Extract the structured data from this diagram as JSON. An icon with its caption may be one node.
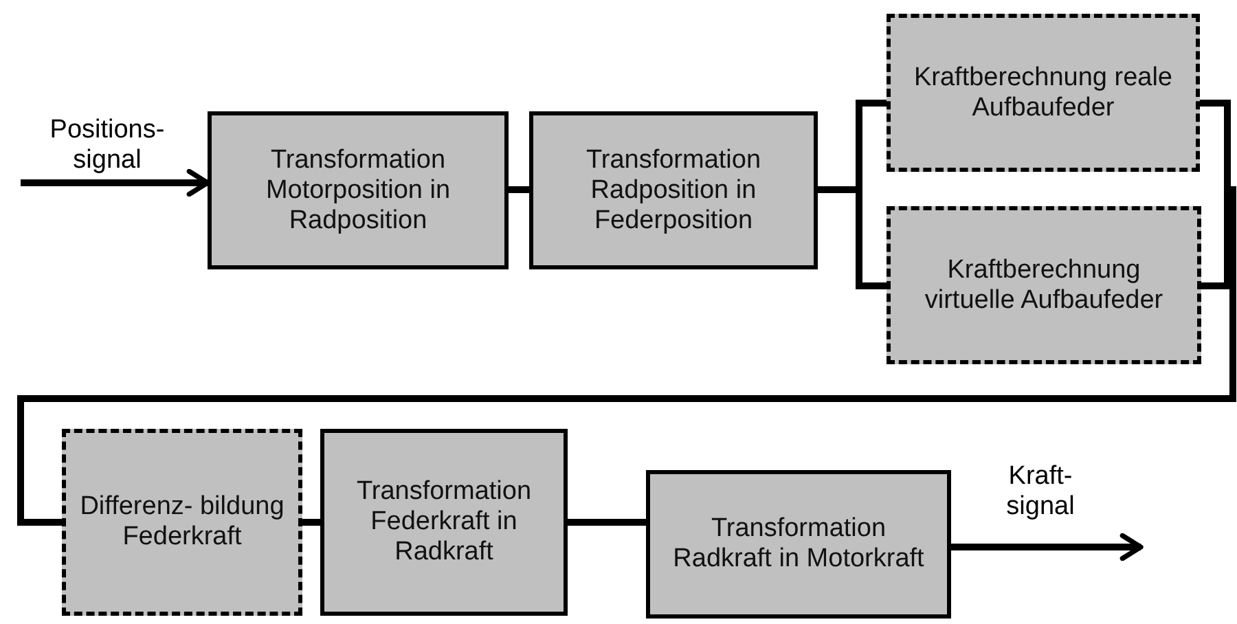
{
  "diagram": {
    "nodes": [
      {
        "text": [
          "Transformation Motorposition in Radposition"
        ]
      },
      {
        "text": [
          "Transformation Radposition in Federposition"
        ]
      },
      {
        "text": [
          "Kraftberechnung reale Aufbaufeder"
        ]
      },
      {
        "text": [
          "Kraftberechnung virtuelle Aufbaufeder"
        ]
      },
      {
        "text": [
          "Differenz- bildung Federkraft"
        ]
      },
      {
        "text": [
          "Transformation Federkraft in Radkraft"
        ]
      },
      {
        "text": [
          "Transformation Radkraft in Motorkraft"
        ]
      }
    ],
    "edges": [
      {
        "from": null,
        "to": 0,
        "arrow": "to",
        "label": "Positions- signal"
      },
      {
        "from": 0,
        "to": 1,
        "arrow": "none"
      },
      {
        "from": 1,
        "to": 2,
        "arrow": "none"
      },
      {
        "from": 1,
        "to": 3,
        "arrow": "none"
      },
      {
        "from": 2,
        "to": 4,
        "arrow": "none"
      },
      {
        "from": 3,
        "to": 4,
        "arrow": "none"
      },
      {
        "from": 4,
        "to": 5,
        "arrow": "none"
      },
      {
        "from": 5,
        "to": 6,
        "arrow": "none"
      },
      {
        "from": 6,
        "to": null,
        "arrow": "to",
        "label": "Kraft- signal"
      }
    ]
  }
}
